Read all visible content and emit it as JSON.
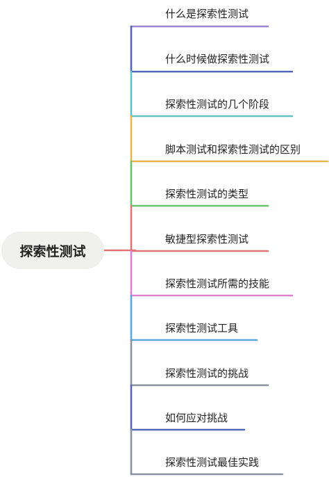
{
  "root": {
    "label": "探索性测试"
  },
  "branches": [
    {
      "label": "什么是探索性测试",
      "color": "#9b86d4"
    },
    {
      "label": "什么时候做探索性测试",
      "color": "#5566b8"
    },
    {
      "label": "探索性测试的几个阶段",
      "color": "#5fc1c4"
    },
    {
      "label": "脚本测试和探索性测试的区别",
      "color": "#e5b64e"
    },
    {
      "label": "探索性测试的类型",
      "color": "#6cc170"
    },
    {
      "label": "敏捷型探索性测试",
      "color": "#e07474"
    },
    {
      "label": "探索性测试所需的技能",
      "color": "#de7fcf"
    },
    {
      "label": "探索性测试工具",
      "color": "#58a8dc"
    },
    {
      "label": "探索性测试的挑战",
      "color": "#8b93a1"
    },
    {
      "label": "如何应对挑战",
      "color": "#5566b8"
    },
    {
      "label": "探索性测试最佳实践",
      "color": "#8b93a1"
    }
  ]
}
